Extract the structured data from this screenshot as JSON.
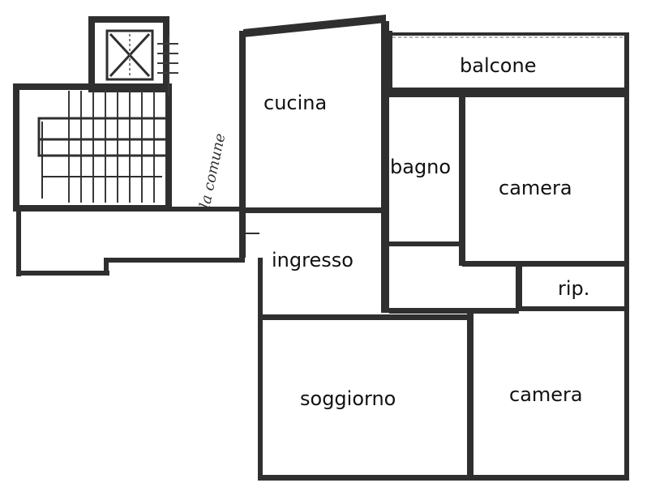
{
  "floorplan": {
    "rooms": {
      "balcone": "balcone",
      "cucina": "cucina",
      "bagno": "bagno",
      "camera_1": "camera",
      "ingresso": "ingresso",
      "rip": "rip.",
      "soggiorno": "soggiorno",
      "camera_2": "camera"
    },
    "stair_note": "la comune"
  }
}
